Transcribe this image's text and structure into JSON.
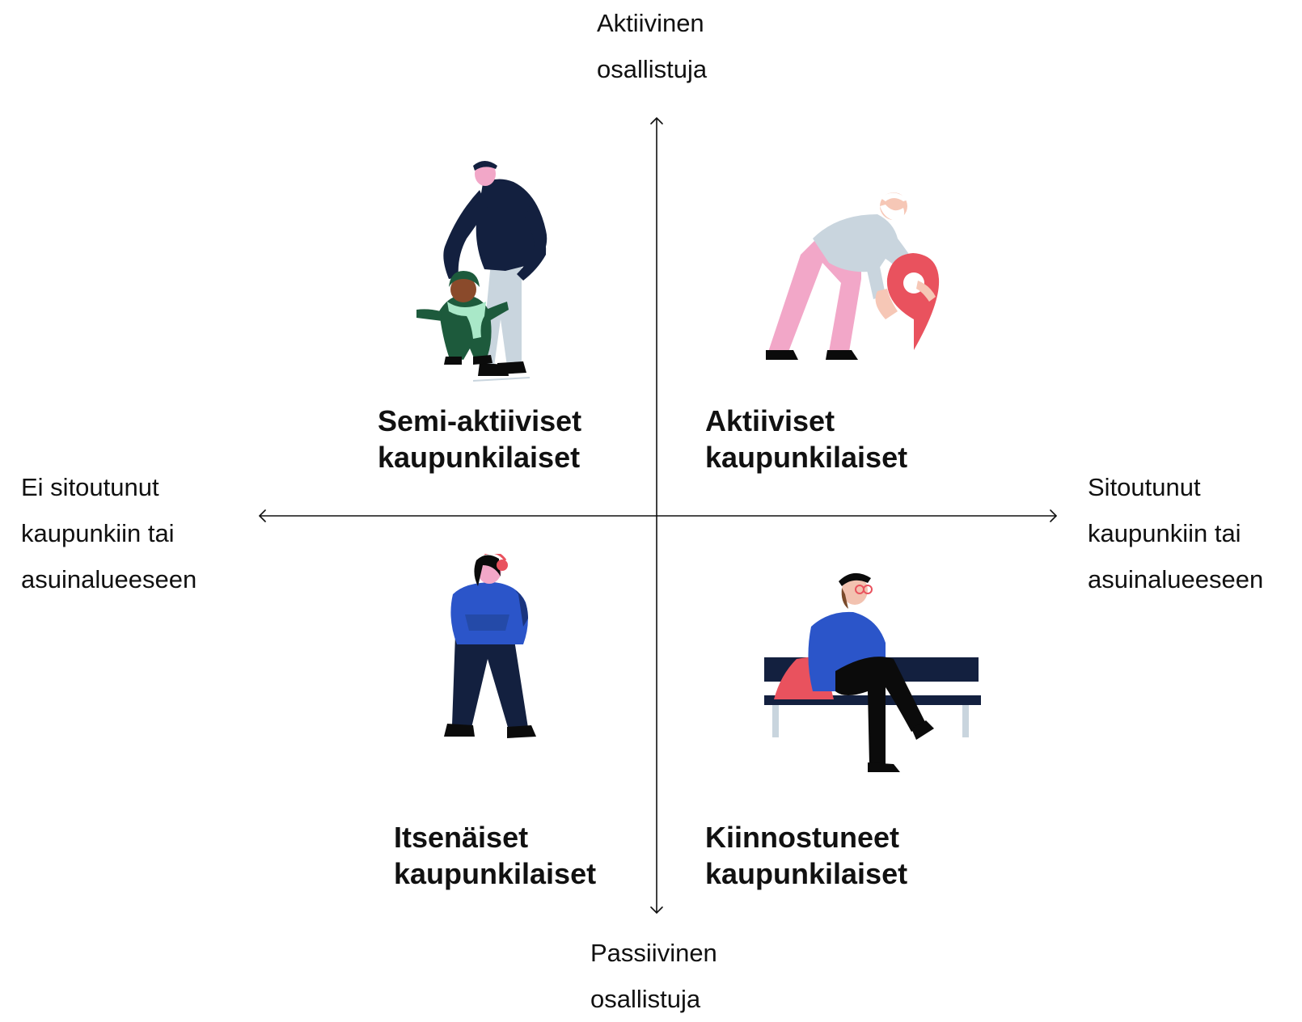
{
  "axes": {
    "top": "Aktiivinen\nosallistuja",
    "bottom": "Passiivinen\nosallistuja",
    "left": "Ei sitoutunut\nkaupunkiin tai\nasuinalueeseen",
    "right": "Sitoutunut\nkaupunkiin tai\nasuinalueeseen"
  },
  "quadrants": {
    "top_left": {
      "label": "Semi-aktiiviset\nkaupunkilaiset",
      "illustration": "adult-with-child-skating"
    },
    "top_right": {
      "label": "Aktiiviset\nkaupunkilaiset",
      "illustration": "elderly-man-with-location-pin"
    },
    "bottom_left": {
      "label": "Itsenäiset\nkaupunkilaiset",
      "illustration": "person-with-headphones-and-backpack"
    },
    "bottom_right": {
      "label": "Kiinnostuneet\nkaupunkilaiset",
      "illustration": "person-sitting-on-bench"
    }
  },
  "colors": {
    "navy": "#13203f",
    "light_gray": "#c9d5de",
    "pink": "#f2a7c8",
    "red_pin": "#e9525e",
    "blue": "#2b55c9",
    "dark_green": "#1d5a3c",
    "mint": "#a9e8c8",
    "black": "#0b0b0b"
  }
}
